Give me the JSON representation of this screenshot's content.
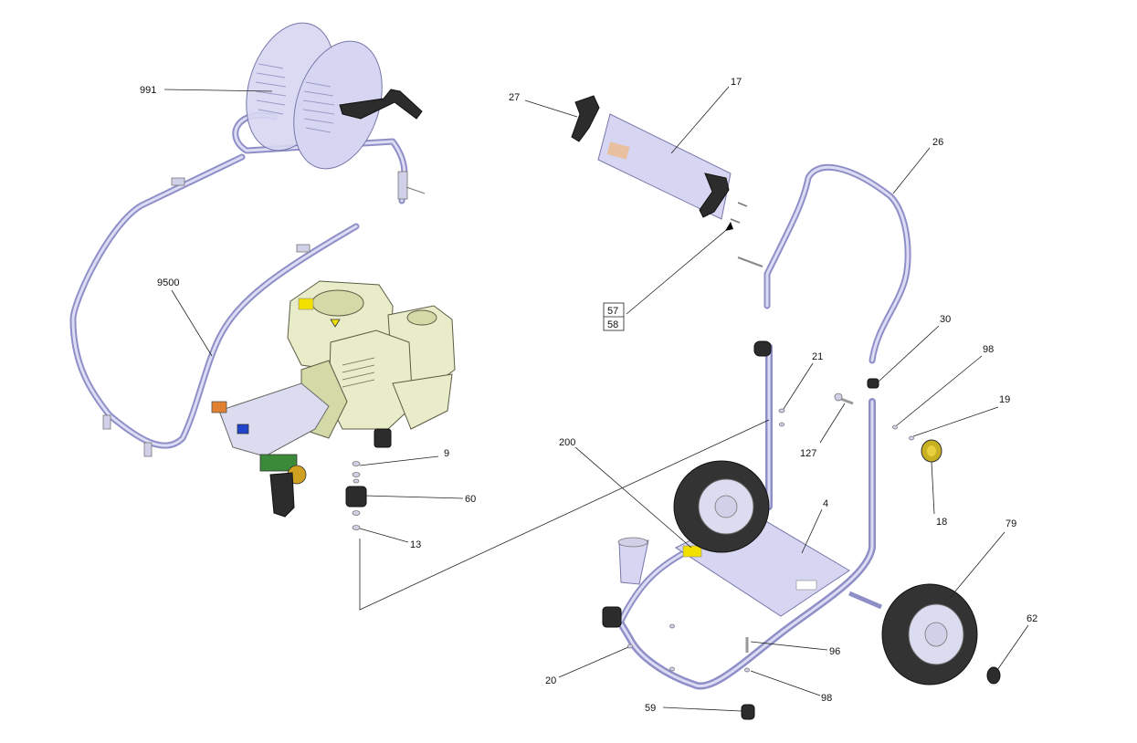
{
  "labels": {
    "l991": "991",
    "l9500": "9500",
    "l27": "27",
    "l17": "17",
    "l26": "26",
    "l57": "57",
    "l58": "58",
    "l21": "21",
    "l30": "30",
    "l98a": "98",
    "l19": "19",
    "l127": "127",
    "l200": "200",
    "l4": "4",
    "l9": "9",
    "l60": "60",
    "l13": "13",
    "l18": "18",
    "l79": "79",
    "l62": "62",
    "l96": "96",
    "l20": "20",
    "l98b": "98",
    "l59": "59"
  },
  "colors": {
    "frame_tube": "#8f8fc8",
    "frame_highlight": "#dcdcf4",
    "engine_body": "#e8ecc8",
    "warning_label": "#f2e000",
    "tire": "#333333"
  }
}
